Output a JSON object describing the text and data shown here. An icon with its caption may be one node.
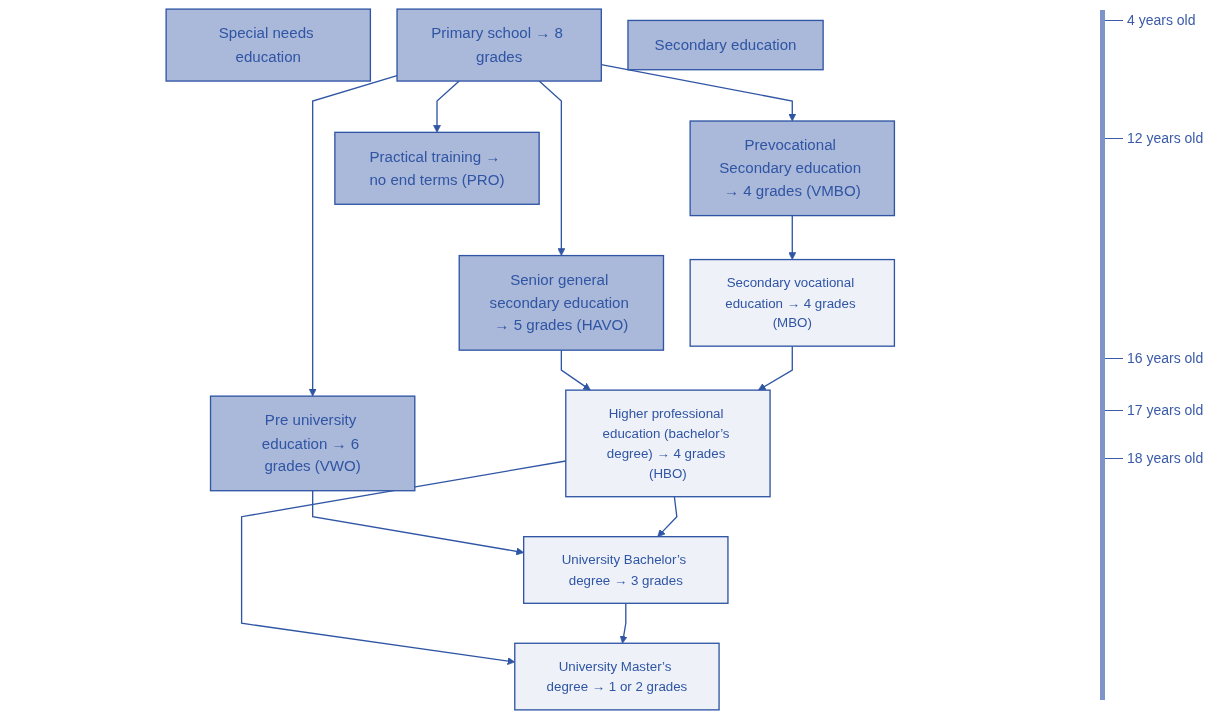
{
  "diagram": {
    "nodes": [
      {
        "text": [
          "Special needs education"
        ]
      },
      {
        "text": [
          "Primary school → 8 grades"
        ]
      },
      {
        "text": [
          "Secondary education"
        ]
      },
      {
        "text": [
          "Practical training → no end terms (PRO)"
        ]
      },
      {
        "text": [
          "Prevocational Secondary education → 4 grades (VMBO)"
        ]
      },
      {
        "text": [
          "Senior general secondary education → 5 grades (HAVO)"
        ]
      },
      {
        "text": [
          "Pre university education → 6 grades (VWO)"
        ]
      },
      {
        "text": [
          "Secondary vocational education → 4 grades (MBO)"
        ]
      },
      {
        "text": [
          "Higher professional education (bachelor’s degree) → 4 grades (HBO)"
        ]
      },
      {
        "text": [
          "University Bachelor’s degree → 3 grades"
        ]
      },
      {
        "text": [
          "University Master’s degree → 1 or 2 grades"
        ]
      }
    ],
    "edges": [
      {
        "from": 1,
        "to": 3,
        "arrow": "to"
      },
      {
        "from": 1,
        "to": 4,
        "arrow": "to"
      },
      {
        "from": 1,
        "to": 5,
        "arrow": "to"
      },
      {
        "from": 1,
        "to": 6,
        "arrow": "to"
      },
      {
        "from": 4,
        "to": 7,
        "arrow": "to"
      },
      {
        "from": 5,
        "to": 8,
        "arrow": "to"
      },
      {
        "from": 7,
        "to": 8,
        "arrow": "to"
      },
      {
        "from": 6,
        "to": 9,
        "arrow": "to"
      },
      {
        "from": 8,
        "to": 9,
        "arrow": "to"
      },
      {
        "from": 8,
        "to": 10,
        "arrow": "to"
      },
      {
        "from": 9,
        "to": 10,
        "arrow": "to"
      }
    ],
    "labels": [
      "4 years old",
      "12 years old",
      "16 years old",
      "17 years old",
      "18 years old"
    ]
  }
}
